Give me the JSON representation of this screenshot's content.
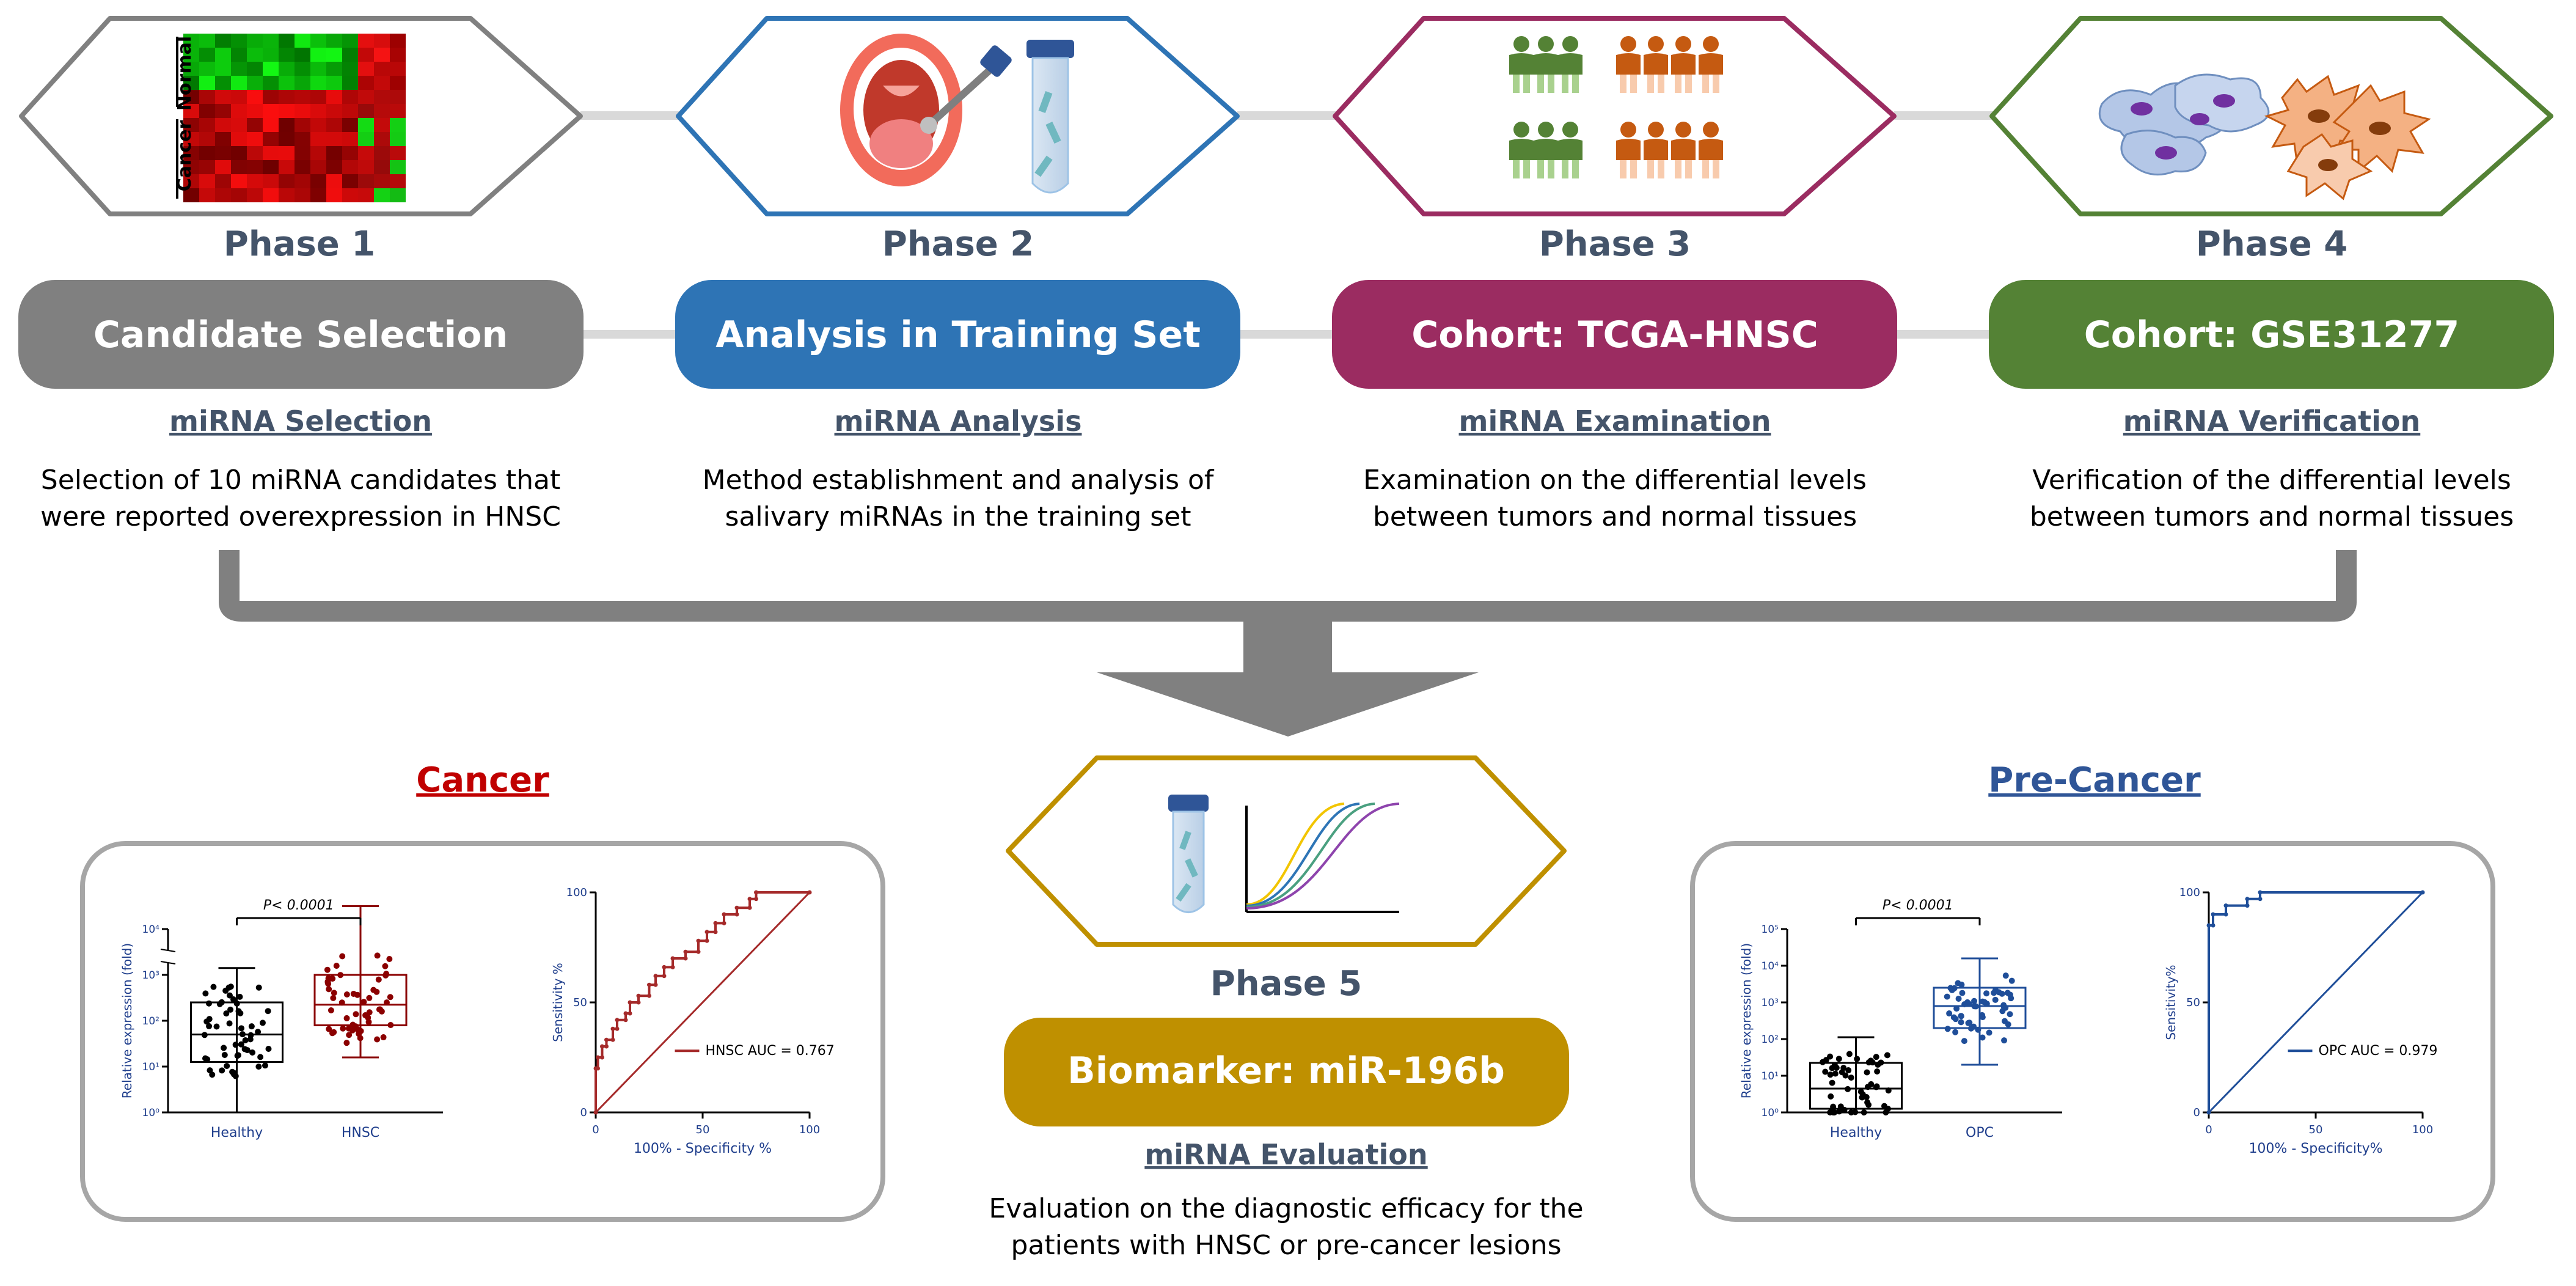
{
  "phases": [
    {
      "label": "Phase 1",
      "box": "Candidate Selection",
      "heading": "miRNA Selection",
      "desc1": "Selection of 10 miRNA candidates that",
      "desc2": "were reported overexpression in HNSC",
      "color": "#808080",
      "outline": "#808080"
    },
    {
      "label": "Phase 2",
      "box": "Analysis in Training Set",
      "heading": "miRNA Analysis",
      "desc1": "Method establishment and analysis of",
      "desc2": "salivary miRNAs in the training set",
      "color": "#2e74b5",
      "outline": "#2e74b5"
    },
    {
      "label": "Phase 3",
      "box": "Cohort: TCGA-HNSC",
      "heading": "miRNA Examination",
      "desc1": "Examination on the differential levels",
      "desc2": "between tumors and normal tissues",
      "color": "#9b2c61",
      "outline": "#9b2c61"
    },
    {
      "label": "Phase 4",
      "box": "Cohort: GSE31277",
      "heading": "miRNA Verification",
      "desc1": "Verification of the differential levels",
      "desc2": "between tumors and normal tissues",
      "color": "#548235",
      "outline": "#548235"
    }
  ],
  "phase5": {
    "label": "Phase 5",
    "box": "Biomarker: miR-196b",
    "heading": "miRNA Evaluation",
    "desc1": "Evaluation on the diagnostic efficacy for the",
    "desc2": "patients with HNSC or pre-cancer lesions",
    "color": "#bf9000"
  },
  "heatmap_labels": {
    "normal": "Normal",
    "cancer": "Cancer"
  },
  "cancer": {
    "title": "Cancer",
    "title_color": "#c00000",
    "box_plot": {
      "ylabel": "Relative expression (fold)",
      "yticks": [
        "10⁰",
        "10¹",
        "10²",
        "10³",
        "10⁴"
      ],
      "categories": [
        "Healthy",
        "HNSC"
      ],
      "pvalue": "P< 0.0001",
      "colors": [
        "#000000",
        "#8b0000"
      ],
      "boxes": [
        {
          "q1": 1.1,
          "median": 1.7,
          "q3": 2.4,
          "min": 0,
          "max": 3.15
        },
        {
          "q1": 1.9,
          "median": 2.35,
          "q3": 3.0,
          "min": 1.2,
          "max": 4.5
        }
      ]
    },
    "roc": {
      "ylabel": "Sensitivity %",
      "xlabel": "100% - Specificity %",
      "legend": "HNSC AUC = 0.767",
      "ticks": [
        "0",
        "50",
        "100"
      ],
      "color": "#a52a2a",
      "points": [
        [
          0,
          0
        ],
        [
          0,
          20
        ],
        [
          1,
          20
        ],
        [
          1,
          25
        ],
        [
          3,
          25
        ],
        [
          3,
          30
        ],
        [
          5,
          30
        ],
        [
          5,
          33
        ],
        [
          8,
          33
        ],
        [
          8,
          38
        ],
        [
          10,
          38
        ],
        [
          10,
          42
        ],
        [
          14,
          42
        ],
        [
          14,
          45
        ],
        [
          16,
          45
        ],
        [
          16,
          50
        ],
        [
          20,
          50
        ],
        [
          20,
          53
        ],
        [
          25,
          53
        ],
        [
          25,
          58
        ],
        [
          28,
          58
        ],
        [
          28,
          62
        ],
        [
          32,
          62
        ],
        [
          32,
          66
        ],
        [
          36,
          66
        ],
        [
          36,
          70
        ],
        [
          42,
          70
        ],
        [
          42,
          73
        ],
        [
          48,
          73
        ],
        [
          48,
          78
        ],
        [
          52,
          78
        ],
        [
          52,
          82
        ],
        [
          56,
          82
        ],
        [
          56,
          86
        ],
        [
          60,
          86
        ],
        [
          60,
          90
        ],
        [
          66,
          90
        ],
        [
          66,
          93
        ],
        [
          72,
          93
        ],
        [
          72,
          97
        ],
        [
          75,
          97
        ],
        [
          75,
          100
        ],
        [
          100,
          100
        ]
      ]
    }
  },
  "precancer": {
    "title": "Pre-Cancer",
    "title_color": "#2f5597",
    "box_plot": {
      "ylabel": "Relative expression (fold)",
      "yticks": [
        "10⁰",
        "10¹",
        "10²",
        "10³",
        "10⁴",
        "10⁵"
      ],
      "categories": [
        "Healthy",
        "OPC"
      ],
      "pvalue": "P< 0.0001",
      "colors": [
        "#000000",
        "#1f4e99"
      ],
      "boxes": [
        {
          "q1": 0.1,
          "median": 0.65,
          "q3": 1.35,
          "min": 0,
          "max": 2.05
        },
        {
          "q1": 2.3,
          "median": 2.9,
          "q3": 3.4,
          "min": 1.3,
          "max": 4.2
        }
      ]
    },
    "roc": {
      "ylabel": "Sensitivity%",
      "xlabel": "100% - Specificity%",
      "legend": "OPC AUC = 0.979",
      "ticks": [
        "0",
        "50",
        "100"
      ],
      "color": "#1f4e99",
      "points": [
        [
          0,
          0
        ],
        [
          0,
          85
        ],
        [
          2,
          85
        ],
        [
          2,
          90
        ],
        [
          8,
          90
        ],
        [
          8,
          94
        ],
        [
          18,
          94
        ],
        [
          18,
          97
        ],
        [
          24,
          97
        ],
        [
          24,
          100
        ],
        [
          100,
          100
        ]
      ]
    }
  }
}
